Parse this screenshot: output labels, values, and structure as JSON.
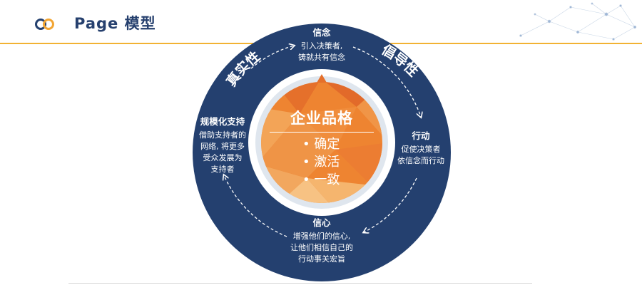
{
  "header": {
    "title": "Page 模型"
  },
  "center": {
    "title": "企业品格",
    "items": [
      "• 确定",
      "• 激活",
      "• 一致"
    ]
  },
  "arc_labels": {
    "truth": "真实性",
    "advocacy": "倡导性"
  },
  "stages": {
    "belief": {
      "heading": "信念",
      "lines": [
        "引入决策者,",
        "铸就共有信念"
      ]
    },
    "action": {
      "heading": "行动",
      "lines": [
        "促使决策者",
        "依信念而行动"
      ]
    },
    "faith": {
      "heading": "信心",
      "lines": [
        "增强他们的信心,",
        "让他们相信自己的",
        "行动事关宏旨"
      ]
    },
    "scale": {
      "heading": "规模化支持",
      "lines": [
        "借助支持者的",
        "网络, 将更多",
        "受众发展为",
        "支持者"
      ]
    }
  },
  "colors": {
    "navy": "#24406f",
    "orange": "#ee8431",
    "accent_line": "#f2b233"
  }
}
